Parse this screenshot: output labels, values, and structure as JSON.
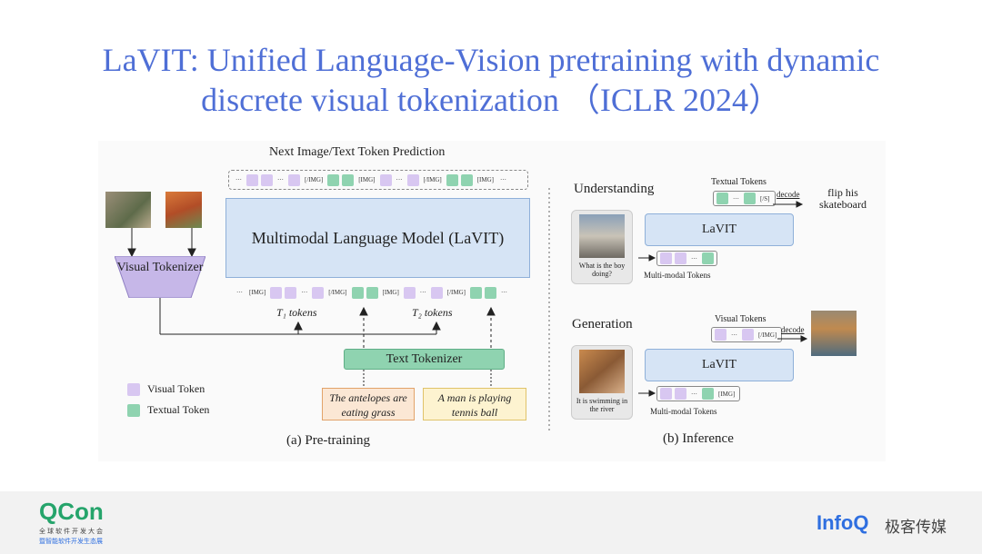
{
  "slide": {
    "title_line1": "LaVIT: Unified Language-Vision pretraining with dynamic",
    "title_line2": "discrete visual tokenization （ICLR 2024）"
  },
  "pretraining": {
    "top_label": "Next Image/Text Token Prediction",
    "model_label": "Multimodal Language Model (LaVIT)",
    "visual_tokenizer": "Visual Tokenizer",
    "text_tokenizer": "Text Tokenizer",
    "t1_label": "T₁ tokens",
    "t2_label": "T₂ tokens",
    "caption1": "The antelopes are eating grass",
    "caption2": "A man is playing tennis ball",
    "legend_visual": "Visual Token",
    "legend_text": "Textual Token",
    "caption": "(a) Pre-training",
    "tokens": {
      "ellipsis": "···",
      "img_open": "[IMG]",
      "img_close": "[/IMG]"
    }
  },
  "inference": {
    "understanding": "Understanding",
    "textual_tokens": "Textual Tokens",
    "decode": "decode",
    "answer": "flip his skateboard",
    "eos": "[/S]",
    "lavit": "LaVIT",
    "question": "What is the boy doing?",
    "multimodal_tokens": "Multi-modal Tokens",
    "generation": "Generation",
    "visual_tokens": "Visual Tokens",
    "img_close": "[/IMG]",
    "img_open": "[IMG]",
    "prompt": "It is swimming in the river",
    "multimodal_tokens2": "Multi-modal Tokens",
    "caption": "(b) Inference"
  },
  "footer": {
    "qcon_logo": "QCon",
    "qcon_sub1": "全球软件开发大会",
    "qcon_sub2": "暨智能软件开发生态展",
    "infoq_logo": "InfoQ",
    "infoq_cn": "极客传媒"
  },
  "colors": {
    "title": "#4f6fd6",
    "visual_token": "#d8c7f1",
    "textual_token": "#8fd3b0",
    "model_box": "#d6e4f5",
    "tokenizer_box": "#c6b7e8",
    "qcon": "#25a46b",
    "infoq": "#2f6fe0"
  }
}
